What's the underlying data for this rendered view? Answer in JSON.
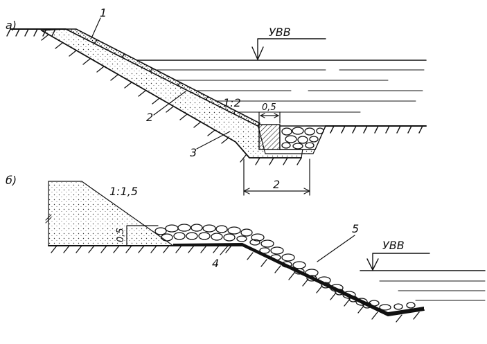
{
  "figure": {
    "a": {
      "panel_label": "а)",
      "callouts": {
        "c1": "1",
        "c2": "2",
        "c3": "3"
      },
      "water_level": "УВВ",
      "slope_ratio": "1:2",
      "dim_top": "0,5",
      "dim_bottom": "2"
    },
    "b": {
      "panel_label": "б)",
      "slope_ratio": "1:1,5",
      "dim_height": "0,5",
      "callouts": {
        "c4": "4",
        "c5": "5"
      },
      "water_level": "УВВ"
    }
  }
}
